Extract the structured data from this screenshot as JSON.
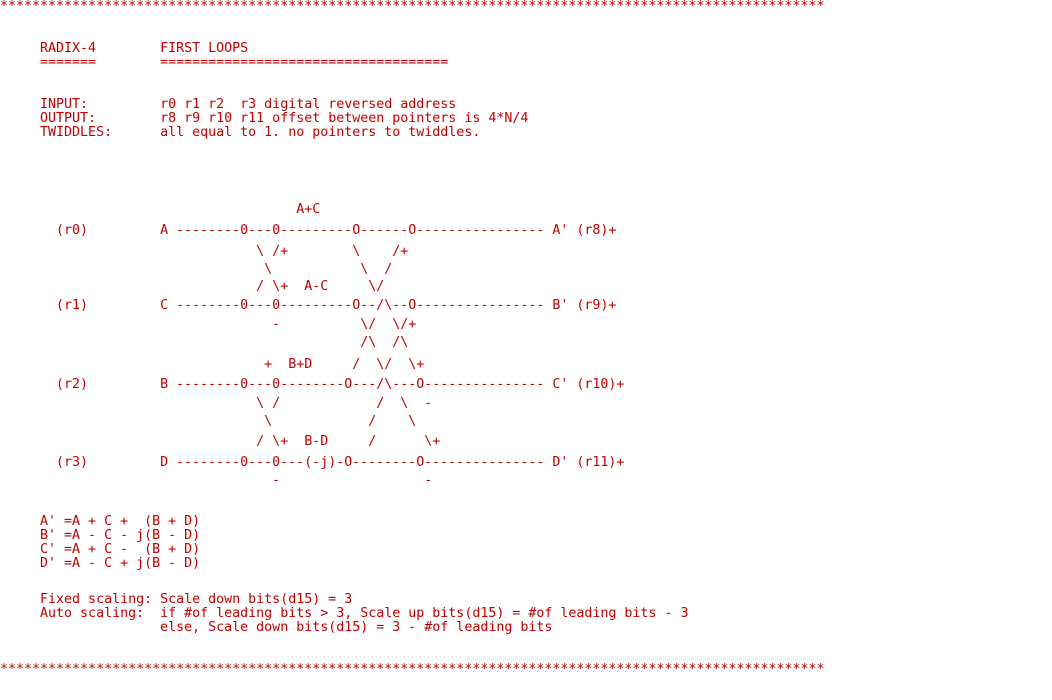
{
  "document": {
    "lines": [
      "*******************************************************************************************************",
      "",
      "     RADIX-4        FIRST LOOPS",
      "     =======        ====================================",
      "",
      "     INPUT:         r0 r1 r2  r3 digital reversed address",
      "     OUTPUT:        r8 r9 r10 r11 offset between pointers is 4*N/4",
      "     TWIDDLES:      all equal to 1. no pointers to twiddles.",
      "",
      "",
      "                                     A+C",
      "       (r0)         A --------0---0---------O------O---------------- A' (r8)+",
      "                                \\ /+        \\    /+",
      "                                 \\           \\  /",
      "                                / \\+  A-C     \\/",
      "       (r1)         C --------0---0---------O--/\\--O---------------- B' (r9)+",
      "                                  -          \\/  \\/+",
      "                                             /\\  /\\",
      "                                 +  B+D     /  \\/  \\+",
      "       (r2)         B --------0---0--------O---/\\---O--------------- C' (r10)+",
      "                                \\ /            /  \\  -",
      "                                 \\            /    \\",
      "                                / \\+  B-D     /      \\+",
      "       (r3)         D --------0---0---(-j)-O--------O--------------- D' (r11)+",
      "                                  -                  -",
      "",
      "     A' =A + C +  (B + D)",
      "     B' =A - C - j(B - D)",
      "     C' =A + C -  (B + D)",
      "     D' =A - C + j(B - D)",
      "",
      "     Fixed scaling: Scale down bits(d15) = 3",
      "     Auto scaling:  if #of leading bits > 3, Scale up bits(d15) = #of leading bits - 3",
      "                    else, Scale down bits(d15) = 3 - #of leading bits",
      "",
      "",
      "*******************************************************************************************************"
    ]
  }
}
